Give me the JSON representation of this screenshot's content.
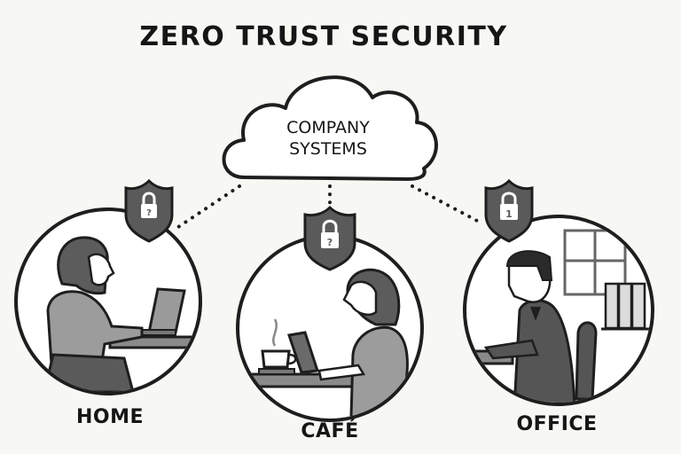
{
  "title": "ZERO TRUST SECURITY",
  "cloud": {
    "line1": "COMPANY",
    "line2": "SYSTEMS"
  },
  "locations": [
    {
      "label": "HOME",
      "lock_glyph": "?",
      "scene": "woman-at-home-laptop"
    },
    {
      "label": "CAFÉ",
      "lock_glyph": "?",
      "scene": "woman-at-cafe-laptop-coffee"
    },
    {
      "label": "OFFICE",
      "lock_glyph": "1",
      "scene": "man-in-suit-at-office-desk"
    }
  ],
  "colors": {
    "background": "#f7f7f4",
    "ink": "#1e1e1e",
    "shield": "#5a5a5a",
    "fill_mid": "#8a8a8a",
    "fill_dark": "#555555"
  }
}
